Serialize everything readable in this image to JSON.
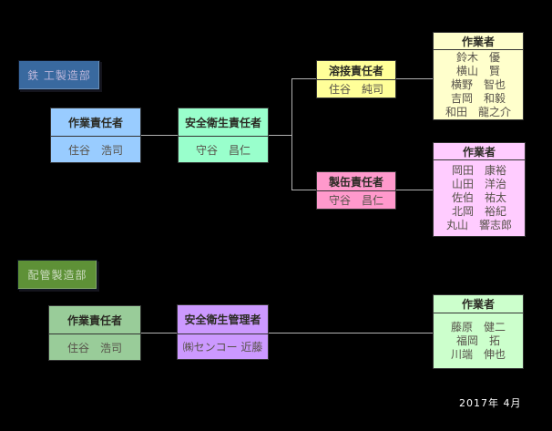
{
  "colors": {
    "background": "#000000",
    "connector": "#b3b3b3",
    "dept_iron_bg": "#39699f",
    "dept_pipe_bg": "#5e9137",
    "work_manager_iron_bg": "#99ccff",
    "safety_officer_bg": "#99ffcc",
    "welding_bg": "#ffff99",
    "welding_workers_bg": "#ffffcc",
    "canmaking_bg": "#ff99cc",
    "canmaking_workers_bg": "#ffccff",
    "work_manager_pipe_bg": "#99cc99",
    "safety_manager_bg": "#cc99ff",
    "piping_workers_bg": "#ccffcc"
  },
  "iron_section": {
    "dept_label": "鉄 工製造部",
    "work_manager": {
      "title": "作業責任者",
      "name": "住谷　浩司"
    },
    "safety_officer": {
      "title": "安全衛生責任者",
      "name": "守谷　昌仁"
    },
    "welding_manager": {
      "title": "溶接責任者",
      "name": "住谷　純司"
    },
    "welding_workers": {
      "title": "作業者",
      "names": [
        "鈴木　優",
        "横山　賢",
        "横野　智也",
        "吉岡　和毅",
        "和田　龍之介"
      ]
    },
    "canmaking_manager": {
      "title": "製缶責任者",
      "name": "守谷　昌仁"
    },
    "canmaking_workers": {
      "title": "作業者",
      "names": [
        "岡田　康裕",
        "山田　洋治",
        "佐伯　祐太",
        "北岡　裕紀",
        "丸山　響志郎"
      ]
    }
  },
  "piping_section": {
    "dept_label": "配管製造部",
    "work_manager": {
      "title": "作業責任者",
      "name": "住谷　浩司"
    },
    "safety_manager": {
      "title": "安全衛生管理者",
      "name": "㈱センコー 近藤"
    },
    "workers": {
      "title": "作業者",
      "names": [
        "藤原　健二",
        "福岡　拓",
        "川端　伸也"
      ]
    }
  },
  "footer": {
    "date": "2017年 4月"
  }
}
